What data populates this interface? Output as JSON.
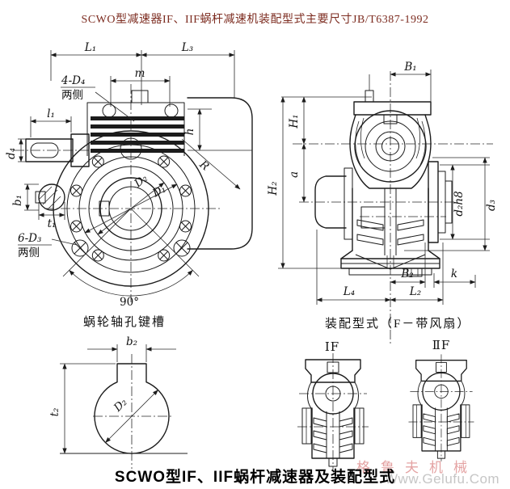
{
  "page": {
    "top_title": "SCWO型减速器IF、IIF蜗杆减速机装配型式主要尺寸JB/T6387-1992",
    "bottom_title": "SCWO型IF、IIF蜗杆减速器及装配型式"
  },
  "front_view": {
    "caption": "蜗轮轴孔键槽",
    "dims": {
      "L1": "L₁",
      "L3": "L₃",
      "m": "m",
      "l1": "l₁",
      "d4": "d₄",
      "b1": "b₁",
      "t1": "t₁",
      "D2": "D₂",
      "D1": "D₁",
      "h": "h",
      "R": "R",
      "angle90": "90°",
      "holes4": "4-D₄",
      "holes4_note": "两侧",
      "holes6": "6-D₃",
      "holes6_note": "两侧"
    }
  },
  "side_view": {
    "caption": "装配型式（F－带风扇）",
    "dims": {
      "B1": "B₁",
      "H1": "H₁",
      "H2": "H₂",
      "a": "a",
      "d2h8": "d₂h8",
      "d3": "d₃",
      "B2": "B₂",
      "k": "k",
      "L4": "L₄",
      "L2": "L₂"
    }
  },
  "keyway_view": {
    "dims": {
      "b2": "b₂",
      "t2": "t₂",
      "D2": "D₂"
    }
  },
  "variants": {
    "v1": "ⅠF",
    "v2": "ⅡF"
  },
  "watermark": {
    "brand": "格鲁夫机械",
    "site": "Www.Gelufu.Com"
  }
}
